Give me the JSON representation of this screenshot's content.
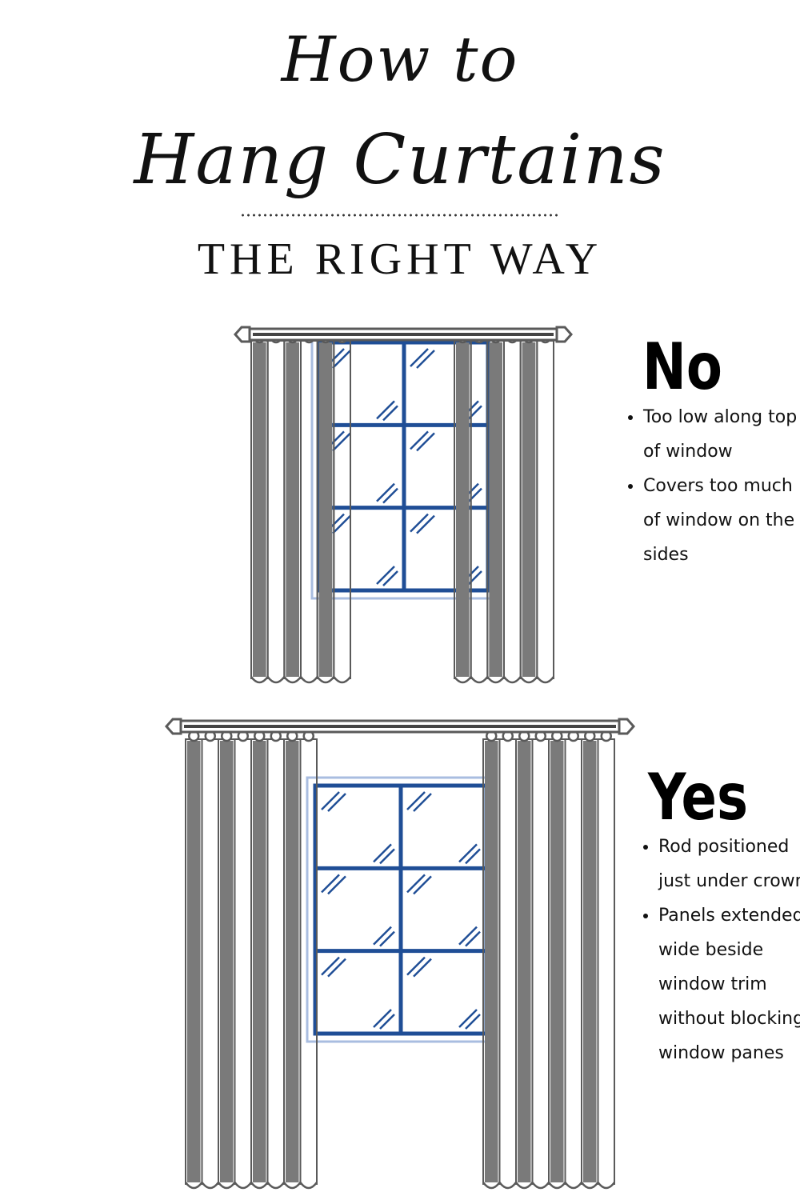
{
  "title": {
    "line1": "How to",
    "line2": "Hang Curtains"
  },
  "subtitle": "THE RIGHT WAY",
  "no_section": {
    "verdict": "No",
    "points": [
      "Too low along top of window",
      "Covers too much of window on the sides"
    ]
  },
  "yes_section": {
    "verdict": "Yes",
    "points": [
      "Rod positioned just under crown",
      "Panels extended wide beside window trim without blocking window panes"
    ]
  },
  "colors": {
    "curtain_stripe": "#7a7a7a",
    "outline": "#5a5a5a",
    "window_frame": "#1f4e96",
    "window_trim": "#a9bde0",
    "rod": "#444444"
  },
  "icons": [
    "curtain-rod-icon",
    "window-icon",
    "curtain-panel-icon"
  ]
}
